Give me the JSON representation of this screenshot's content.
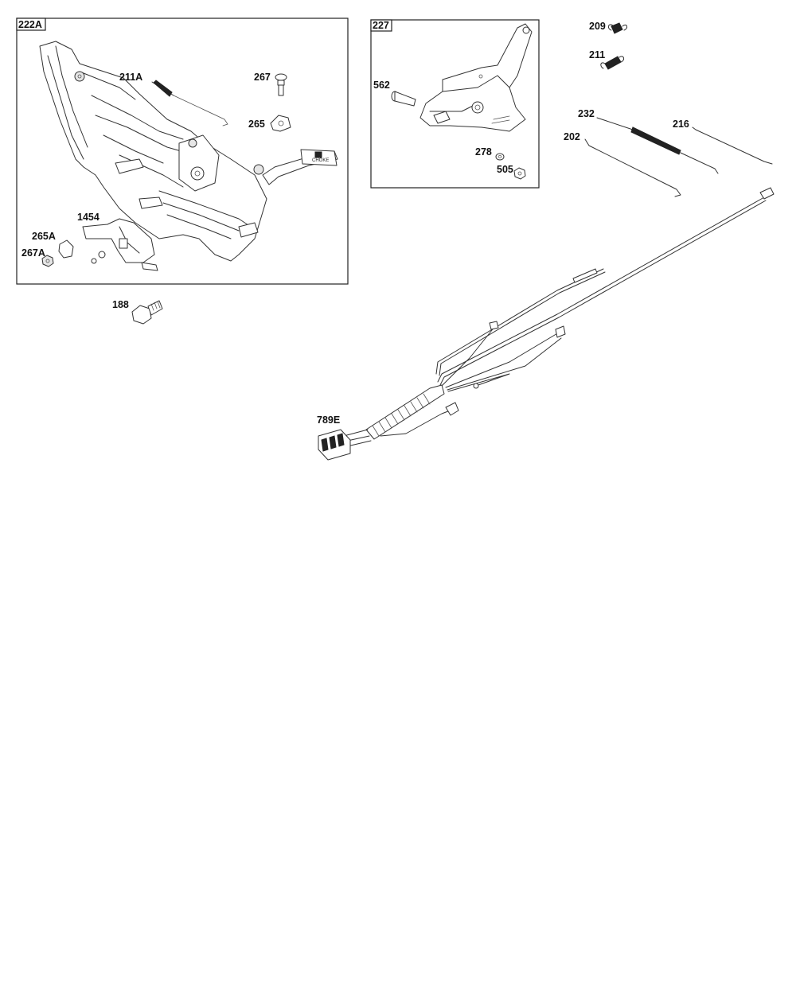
{
  "callouts": {
    "c222A": "222A",
    "c211A": "211A",
    "c267": "267",
    "c265": "265",
    "c1454": "1454",
    "c265A": "265A",
    "c267A": "267A",
    "c188": "188",
    "c227": "227",
    "c562": "562",
    "c278": "278",
    "c505": "505",
    "c209": "209",
    "c211": "211",
    "c232": "232",
    "c216": "216",
    "c202": "202",
    "c789E": "789E"
  },
  "decal_text": "CHOKE"
}
